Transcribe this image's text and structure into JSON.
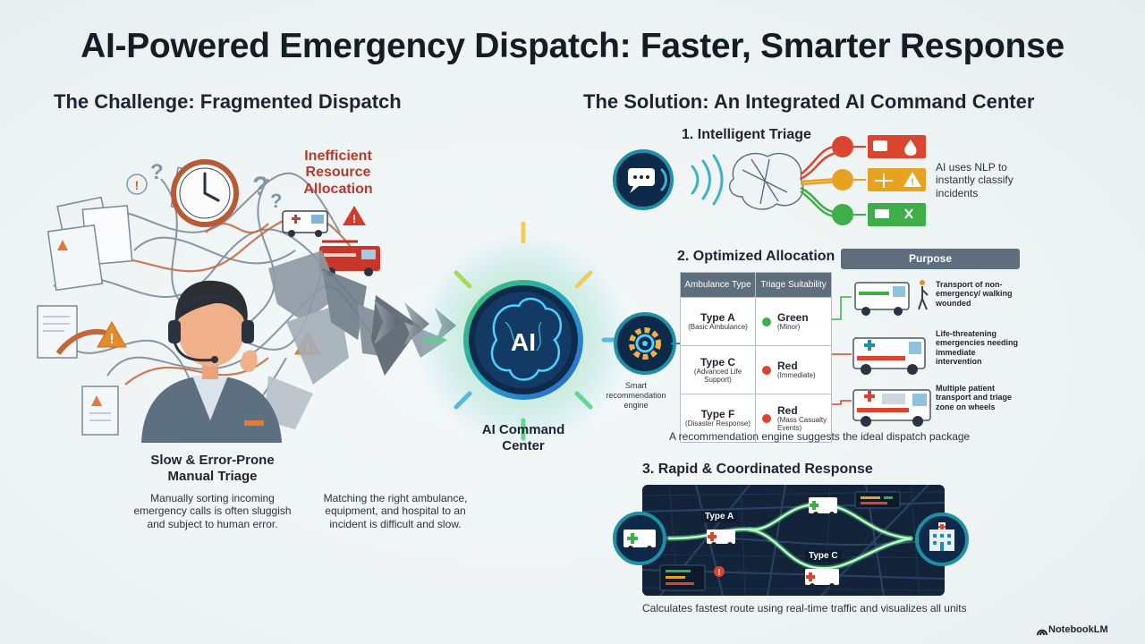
{
  "title": "AI-Powered Emergency Dispatch: Faster, Smarter Response",
  "challenge": {
    "heading": "The Challenge: Fragmented Dispatch",
    "inefficient_label": "Inefficient Resource Allocation",
    "slow_label": "Slow & Error-Prone Manual Triage",
    "slow_desc": "Manually sorting incoming emergency calls is often sluggish and subject to human error.",
    "match_desc": "Matching the right ambulance, equipment, and hospital to an incident is difficult and slow."
  },
  "center": {
    "ai_badge": "AI",
    "label": "AI Command Center"
  },
  "solution": {
    "heading": "The Solution: An Integrated AI Command Center",
    "step1": {
      "title": "1. Intelligent Triage",
      "desc": "AI uses NLP to instantly classify incidents"
    },
    "step2": {
      "title": "2. Optimized Allocation",
      "engine_label": "Smart recommendation engine",
      "table_headers": [
        "Ambulance Type",
        "Triage Suitability"
      ],
      "purpose_header": "Purpose",
      "rows": [
        {
          "type": "Type A",
          "type_detail": "(Basic Ambulance)",
          "suitability": "Green",
          "suit_detail": "(Minor)",
          "color": "#3fae49",
          "purpose": "Transport of non-emergency/ walking wounded"
        },
        {
          "type": "Type C",
          "type_detail": "(Advanced Life Support)",
          "suitability": "Red",
          "suit_detail": "(Immediate)",
          "color": "#d9452f",
          "purpose": "Life-threatening emergencies needing immediate intervention"
        },
        {
          "type": "Type F",
          "type_detail": "(Disaster Response)",
          "suitability": "Red",
          "suit_detail": "(Mass Casualty Events)",
          "color": "#d9452f",
          "purpose": "Multiple patient transport and triage zone on wheels"
        }
      ],
      "caption": "A recommendation engine suggests the ideal dispatch package"
    },
    "step3": {
      "title": "3. Rapid & Coordinated Response",
      "label_a": "Type A",
      "label_c": "Type C",
      "caption": "Calculates fastest route using real-time traffic and visualizes all units"
    }
  },
  "brand": "NotebookLM",
  "colors": {
    "red": "#d9452f",
    "orange": "#e8a221",
    "green": "#3fae49",
    "teal": "#1f8fa3",
    "navy": "#12233a"
  }
}
